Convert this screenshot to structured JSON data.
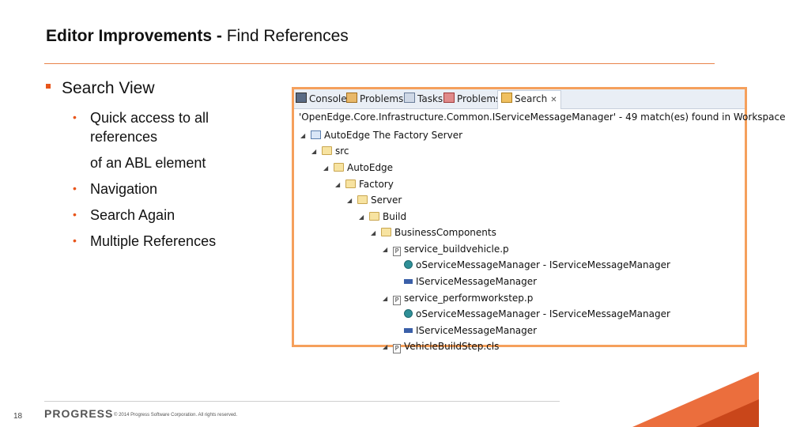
{
  "slide": {
    "title_bold": "Editor Improvements - ",
    "title_rest": "Find References",
    "main_bullet": "Search View",
    "sub_bullets": [
      "Quick access to all",
      "references",
      "of an ABL element",
      "Navigation",
      "Search Again",
      "Multiple References"
    ],
    "page_number": "18",
    "logo_text": "PROGRESS",
    "copyright": "© 2014 Progress Software Corporation. All rights reserved."
  },
  "panel": {
    "tabs": [
      {
        "label": "Console",
        "icon": "console-icon"
      },
      {
        "label": "Problems",
        "icon": "problems-icon"
      },
      {
        "label": "Tasks",
        "icon": "tasks-icon"
      },
      {
        "label": "Problems",
        "icon": "problems-icon"
      },
      {
        "label": "Search",
        "icon": "search-icon",
        "active": true
      }
    ],
    "status": "'OpenEdge.Core.Infrastructure.Common.IServiceMessageManager' - 49 match(es) found in Workspace",
    "tree": [
      {
        "label": "AutoEdge The Factory Server",
        "icon": "project-icon"
      },
      {
        "label": "src",
        "icon": "folder-icon"
      },
      {
        "label": "AutoEdge",
        "icon": "folder-icon"
      },
      {
        "label": "Factory",
        "icon": "folder-icon"
      },
      {
        "label": "Server",
        "icon": "folder-icon"
      },
      {
        "label": "Build",
        "icon": "folder-icon"
      },
      {
        "label": "BusinessComponents",
        "icon": "folder-icon"
      },
      {
        "label": "service_buildvehicle.p",
        "icon": "procedure-file-icon"
      },
      {
        "label": "oServiceMessageManager - IServiceMessageManager",
        "icon": "variable-icon"
      },
      {
        "label": "IServiceMessageManager",
        "icon": "interface-icon"
      },
      {
        "label": "service_performworkstep.p",
        "icon": "procedure-file-icon"
      },
      {
        "label": "oServiceMessageManager - IServiceMessageManager",
        "icon": "variable-icon"
      },
      {
        "label": "IServiceMessageManager",
        "icon": "interface-icon"
      },
      {
        "label": "VehicleBuildStep.cls",
        "icon": "procedure-file-icon"
      }
    ]
  },
  "colors": {
    "accent": "#e8551b",
    "panel_border": "#f5a05c"
  }
}
